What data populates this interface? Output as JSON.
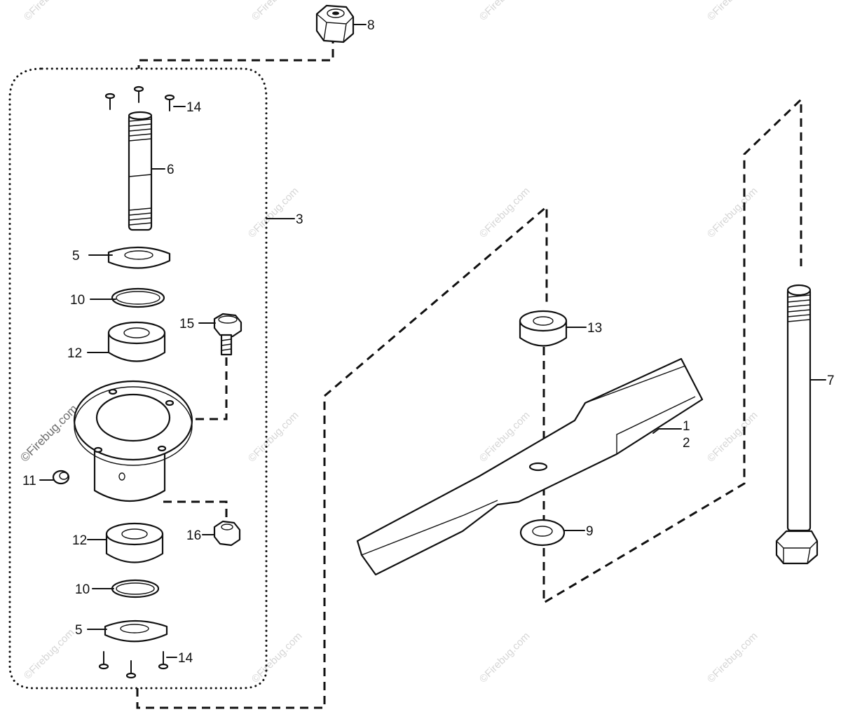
{
  "diagram": {
    "callouts": {
      "c1": "1",
      "c2": "2",
      "c3": "3",
      "c5a": "5",
      "c5b": "5",
      "c6": "6",
      "c7": "7",
      "c8": "8",
      "c9": "9",
      "c10a": "10",
      "c10b": "10",
      "c11": "11",
      "c12a": "12",
      "c12b": "12",
      "c13": "13",
      "c14a": "14",
      "c14b": "14",
      "c15": "15",
      "c16": "16"
    },
    "watermark": "©Firebug.com",
    "watermark_large": "©Firebug.com"
  }
}
